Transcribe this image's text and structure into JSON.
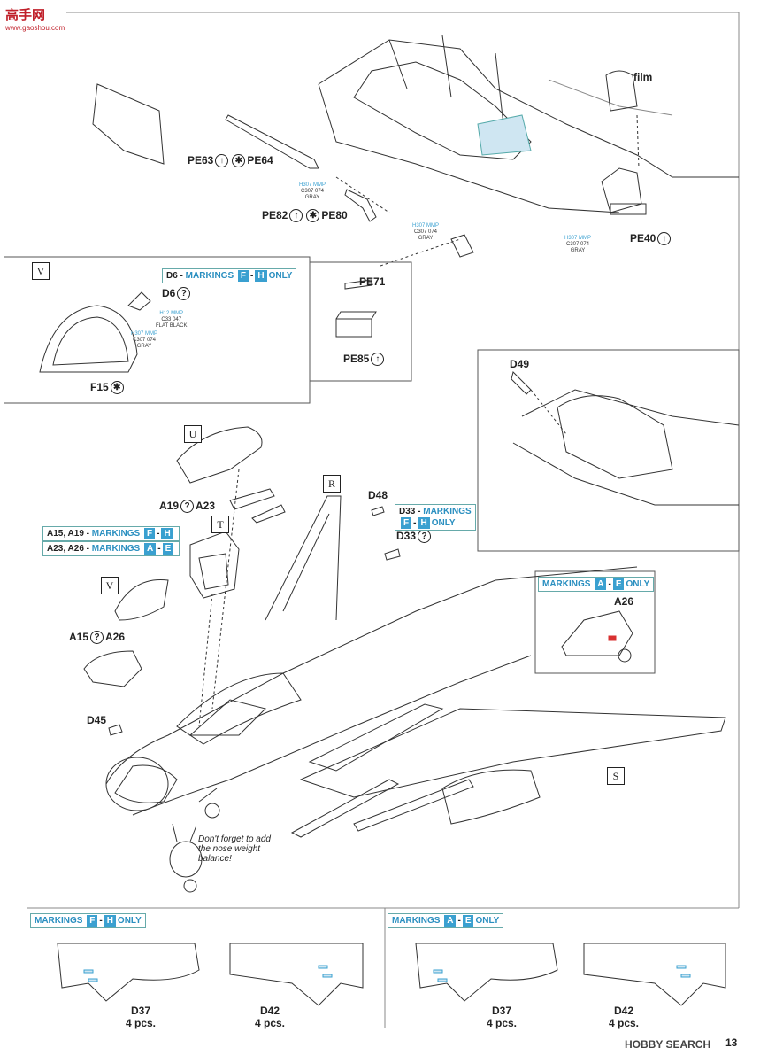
{
  "watermark": {
    "brand": "高手网",
    "url": "www.gaoshou.com"
  },
  "top_callouts": {
    "film": "film",
    "pe63": "PE63",
    "pe64": "PE64",
    "pe82": "PE82",
    "pe80": "PE80",
    "pe40": "PE40",
    "pe71": "PE71",
    "pe85": "PE85"
  },
  "paints": {
    "gray": {
      "codes": "H307 MMP",
      "nums": "C307 074",
      "name": "GRAY"
    },
    "black": {
      "codes": "H12 MMP",
      "nums": "C33 047",
      "name": "FLAT BLACK"
    }
  },
  "panel_v": {
    "letter": "V",
    "bar_prefix": "D6 - ",
    "bar_word": "MARKINGS",
    "bar_from": "F",
    "bar_to": "H",
    "bar_only": "ONLY",
    "d6": "D6",
    "f15": "F15"
  },
  "panel_d49": {
    "label": "D49"
  },
  "main": {
    "u": "U",
    "t": "T",
    "r": "R",
    "v": "V",
    "s": "S",
    "a19": "A19",
    "a23": "A23",
    "a15": "A15",
    "a26": "A26",
    "d48": "D48",
    "d33": "D33",
    "d45": "D45",
    "bar1_prefix": "A15, A19 - ",
    "bar1_from": "F",
    "bar1_to": "H",
    "bar2_prefix": "A23, A26 - ",
    "bar2_from": "A",
    "bar2_to": "E",
    "bar3_prefix": "D33 - ",
    "bar3_from": "F",
    "bar3_to": "H",
    "bar3_only": "ONLY",
    "markings": "MARKINGS",
    "note": "Don't forget to add the nose weight balance!"
  },
  "panel_a26": {
    "word": "MARKINGS",
    "from": "A",
    "to": "E",
    "only": "ONLY",
    "label": "A26"
  },
  "bottom_left": {
    "word": "MARKINGS",
    "from": "F",
    "to": "H",
    "only": "ONLY",
    "d37": "D37",
    "d37_qty": "4 pcs.",
    "d42": "D42",
    "d42_qty": "4 pcs."
  },
  "bottom_right": {
    "word": "MARKINGS",
    "from": "A",
    "to": "E",
    "only": "ONLY",
    "d37": "D37",
    "d37_qty": "4 pcs.",
    "d42": "D42",
    "d42_qty": "4 pcs."
  },
  "footer": {
    "brand": "HOBBY SEARCH",
    "page": "13"
  }
}
